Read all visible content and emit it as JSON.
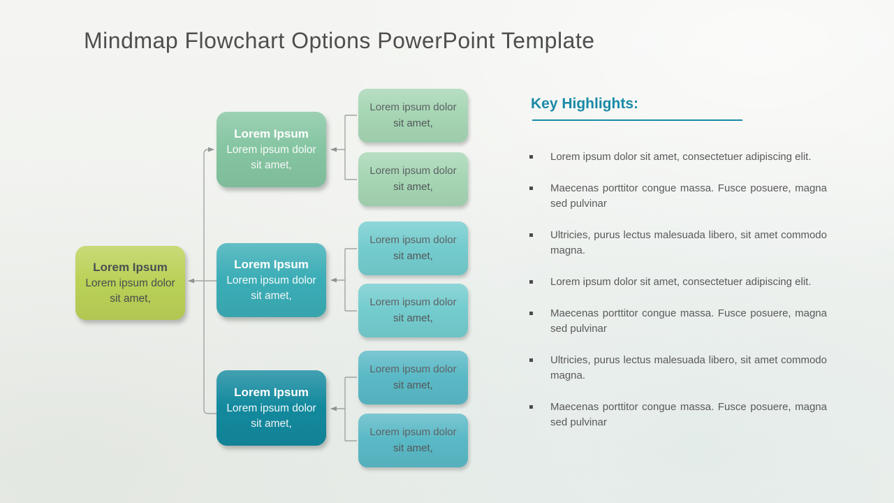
{
  "slide": {
    "title": "Mindmap Flowchart Options PowerPoint Template"
  },
  "mindmap": {
    "root": {
      "title": "Lorem Ipsum",
      "subtitle": "Lorem ipsum dolor sit amet,",
      "color": "#bad157"
    },
    "branches": [
      {
        "title": "Lorem Ipsum",
        "subtitle": "Lorem ipsum dolor sit amet,",
        "color": "#85c5a2",
        "leaves": [
          {
            "text": "Lorem ipsum dolor sit amet,",
            "color": "#a6d6b4"
          },
          {
            "text": "Lorem ipsum dolor sit amet,",
            "color": "#a6d6b4"
          }
        ]
      },
      {
        "title": "Lorem Ipsum",
        "subtitle": "Lorem ipsum dolor sit amet,",
        "color": "#3badb6",
        "leaves": [
          {
            "text": "Lorem ipsum dolor sit amet,",
            "color": "#74ccce"
          },
          {
            "text": "Lorem ipsum dolor sit amet,",
            "color": "#74ccce"
          }
        ]
      },
      {
        "title": "Lorem Ipsum",
        "subtitle": "Lorem ipsum dolor sit amet,",
        "color": "#13899e",
        "leaves": [
          {
            "text": "Lorem ipsum dolor sit amet,",
            "color": "#5ab9c6"
          },
          {
            "text": "Lorem ipsum dolor sit amet,",
            "color": "#5ab9c6"
          }
        ]
      }
    ]
  },
  "highlights": {
    "heading": "Key Highlights:",
    "accent_color": "#1989a6",
    "items": [
      "Lorem ipsum dolor sit amet, consectetuer adipiscing elit.",
      "Maecenas porttitor congue massa. Fusce posuere, magna sed pulvinar",
      "Ultricies, purus lectus malesuada libero, sit amet commodo magna.",
      "Lorem ipsum dolor sit amet, consectetuer adipiscing elit.",
      "Maecenas porttitor congue massa. Fusce posuere, magna sed pulvinar",
      "Ultricies, purus lectus malesuada libero, sit amet commodo magna.",
      "Maecenas porttitor congue massa. Fusce posuere, magna sed pulvinar"
    ]
  },
  "colors": {
    "background": "#f1f2ef",
    "connector": "#9fa3a1",
    "title_text": "#4e4e4e",
    "body_text": "#595959"
  }
}
